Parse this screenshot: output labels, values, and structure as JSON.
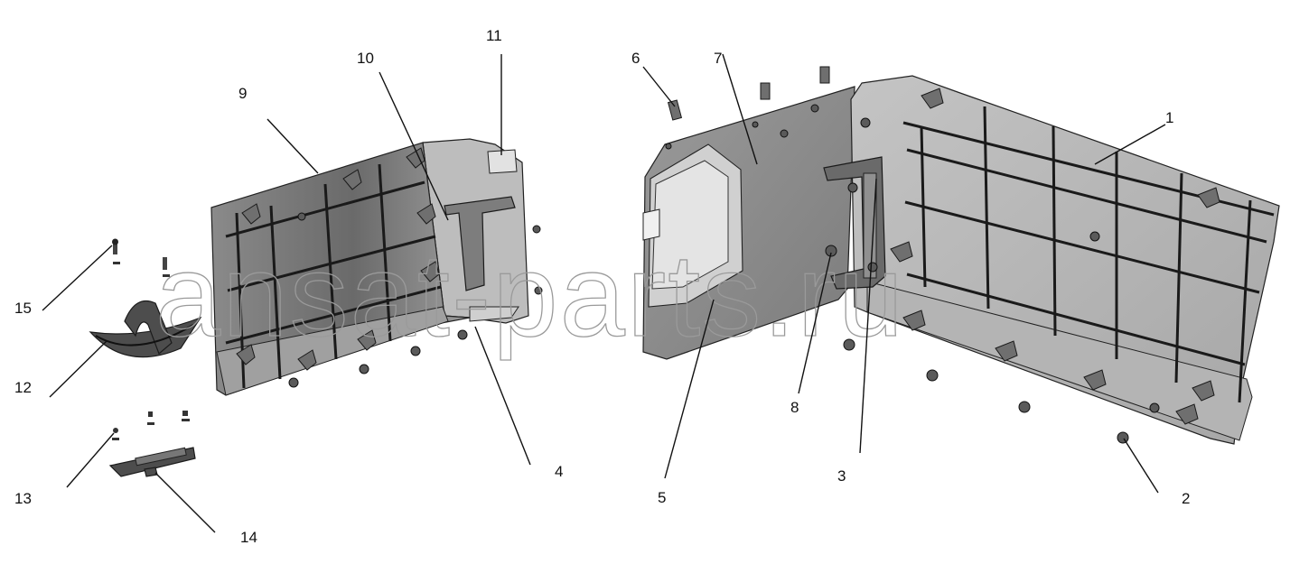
{
  "watermark": "ansat-parts.ru",
  "callouts": [
    {
      "id": "callout-1",
      "text": "1"
    },
    {
      "id": "callout-2",
      "text": "2"
    },
    {
      "id": "callout-3",
      "text": "3"
    },
    {
      "id": "callout-4",
      "text": "4"
    },
    {
      "id": "callout-5",
      "text": "5"
    },
    {
      "id": "callout-6",
      "text": "6"
    },
    {
      "id": "callout-7",
      "text": "7"
    },
    {
      "id": "callout-8",
      "text": "8"
    },
    {
      "id": "callout-9",
      "text": "9"
    },
    {
      "id": "callout-10",
      "text": "10"
    },
    {
      "id": "callout-11",
      "text": "11"
    },
    {
      "id": "callout-12",
      "text": "12"
    },
    {
      "id": "callout-13",
      "text": "13"
    },
    {
      "id": "callout-14",
      "text": "14"
    },
    {
      "id": "callout-15",
      "text": "15"
    }
  ]
}
